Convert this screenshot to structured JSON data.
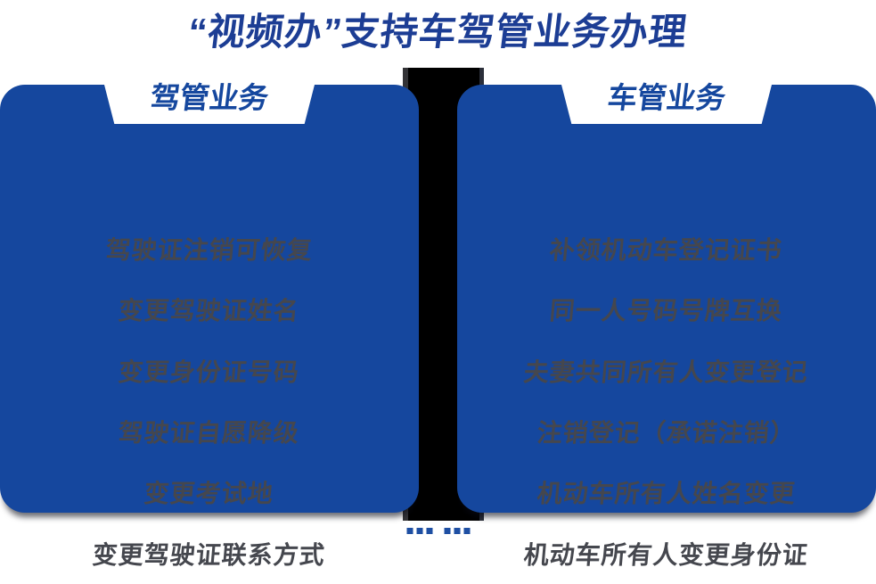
{
  "title": "“视频办”支持车驾管业务办理",
  "colors": {
    "title_blue": "#1C3D94",
    "panel_blue": "#15479E",
    "item_text_gray": "#45474E",
    "gap_background": "#000000",
    "dot_blue": "#1E4FA3",
    "page_background": "#FFFFFF"
  },
  "panels": [
    {
      "header": "驾管业务",
      "items": [
        "驾驶证注销可恢复",
        "变更驾驶证姓名",
        "变更身份证号码",
        "驾驶证自愿降级",
        "变更考试地",
        "变更驾驶证联系方式"
      ]
    },
    {
      "header": "车管业务",
      "items": [
        "补领机动车登记证书",
        "同一人号码号牌互换",
        "夫妻共同所有人变更登记",
        "注销登记（承诺注销）",
        "机动车所有人姓名变更",
        "机动车所有人变更身份证"
      ]
    }
  ],
  "footer": {
    "dot_groups": 2,
    "dots_per_group": 3
  }
}
